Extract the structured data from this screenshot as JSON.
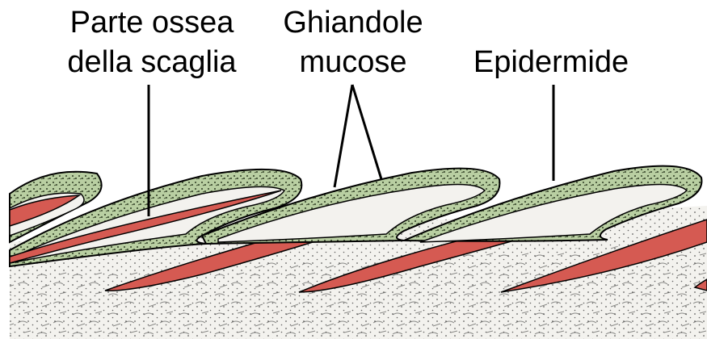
{
  "labels": {
    "bone_part": {
      "line1": "Parte ossea",
      "line2": "della scaglia"
    },
    "mucous_glands": {
      "line1": "Ghiandole",
      "line2": "mucose"
    },
    "epidermis": "Epidermide"
  },
  "colors": {
    "bone_scale": "#d55a52",
    "epidermis": "#b9cfa2",
    "dermis": "#f3f2ee",
    "outline": "#000000"
  }
}
